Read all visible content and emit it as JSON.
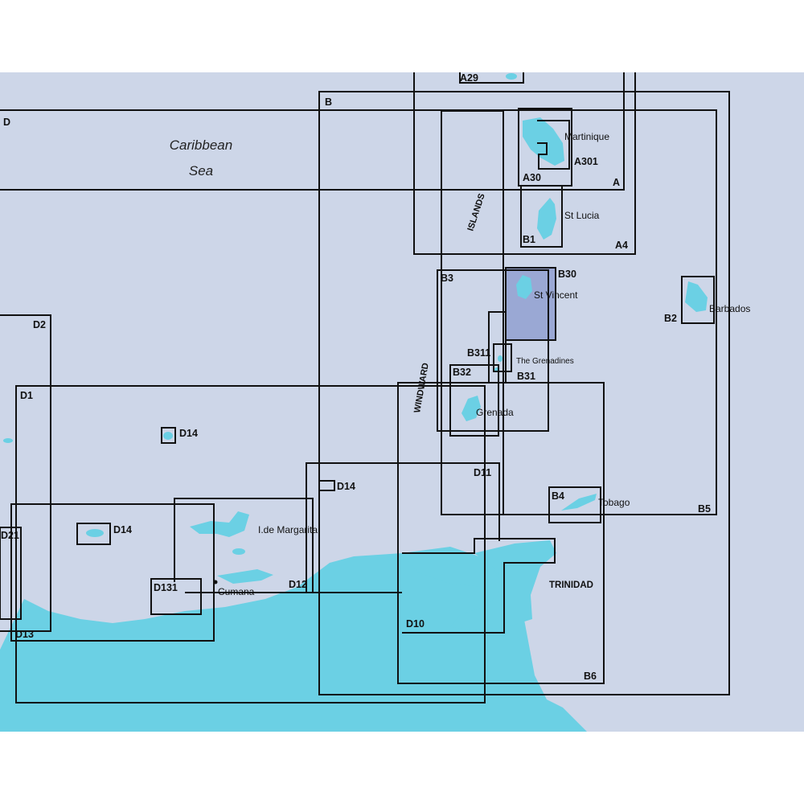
{
  "map": {
    "sea_labels": {
      "line1": "Caribbean",
      "line2": "Sea"
    },
    "chain_labels": {
      "islands": "ISLANDS",
      "windward": "WINDWARD"
    },
    "places": {
      "martinique": "Martinique",
      "st_lucia": "St Lucia",
      "st_vincent": "St Vincent",
      "barbados": "Barbados",
      "grenadines": "The Grenadines",
      "grenada": "Grenada",
      "tobago": "Tobago",
      "trinidad": "TRINIDAD",
      "margarita": "I.de Margarita",
      "cumana": "Cumana"
    },
    "chart_codes": {
      "a29": "A29",
      "b": "B",
      "d": "D",
      "a301": "A301",
      "a30": "A30",
      "a": "A",
      "b1": "B1",
      "a4": "A4",
      "b3": "B3",
      "b30": "B30",
      "b2": "B2",
      "b311": "B311",
      "b32": "B32",
      "b31": "B31",
      "d2": "D2",
      "d1": "D1",
      "d14_a": "D14",
      "d14_b": "D14",
      "d14_c": "D14",
      "d11": "D11",
      "b4": "B4",
      "b5": "B5",
      "d21": "D21",
      "d131": "D131",
      "d12": "D12",
      "d10": "D10",
      "b6": "B6",
      "d13": "D13"
    },
    "colors": {
      "sea": "#cdd6e8",
      "land": "#6bd0e4",
      "shaded_chart": "#9aa8d4",
      "chart_outline": "#111111"
    }
  }
}
